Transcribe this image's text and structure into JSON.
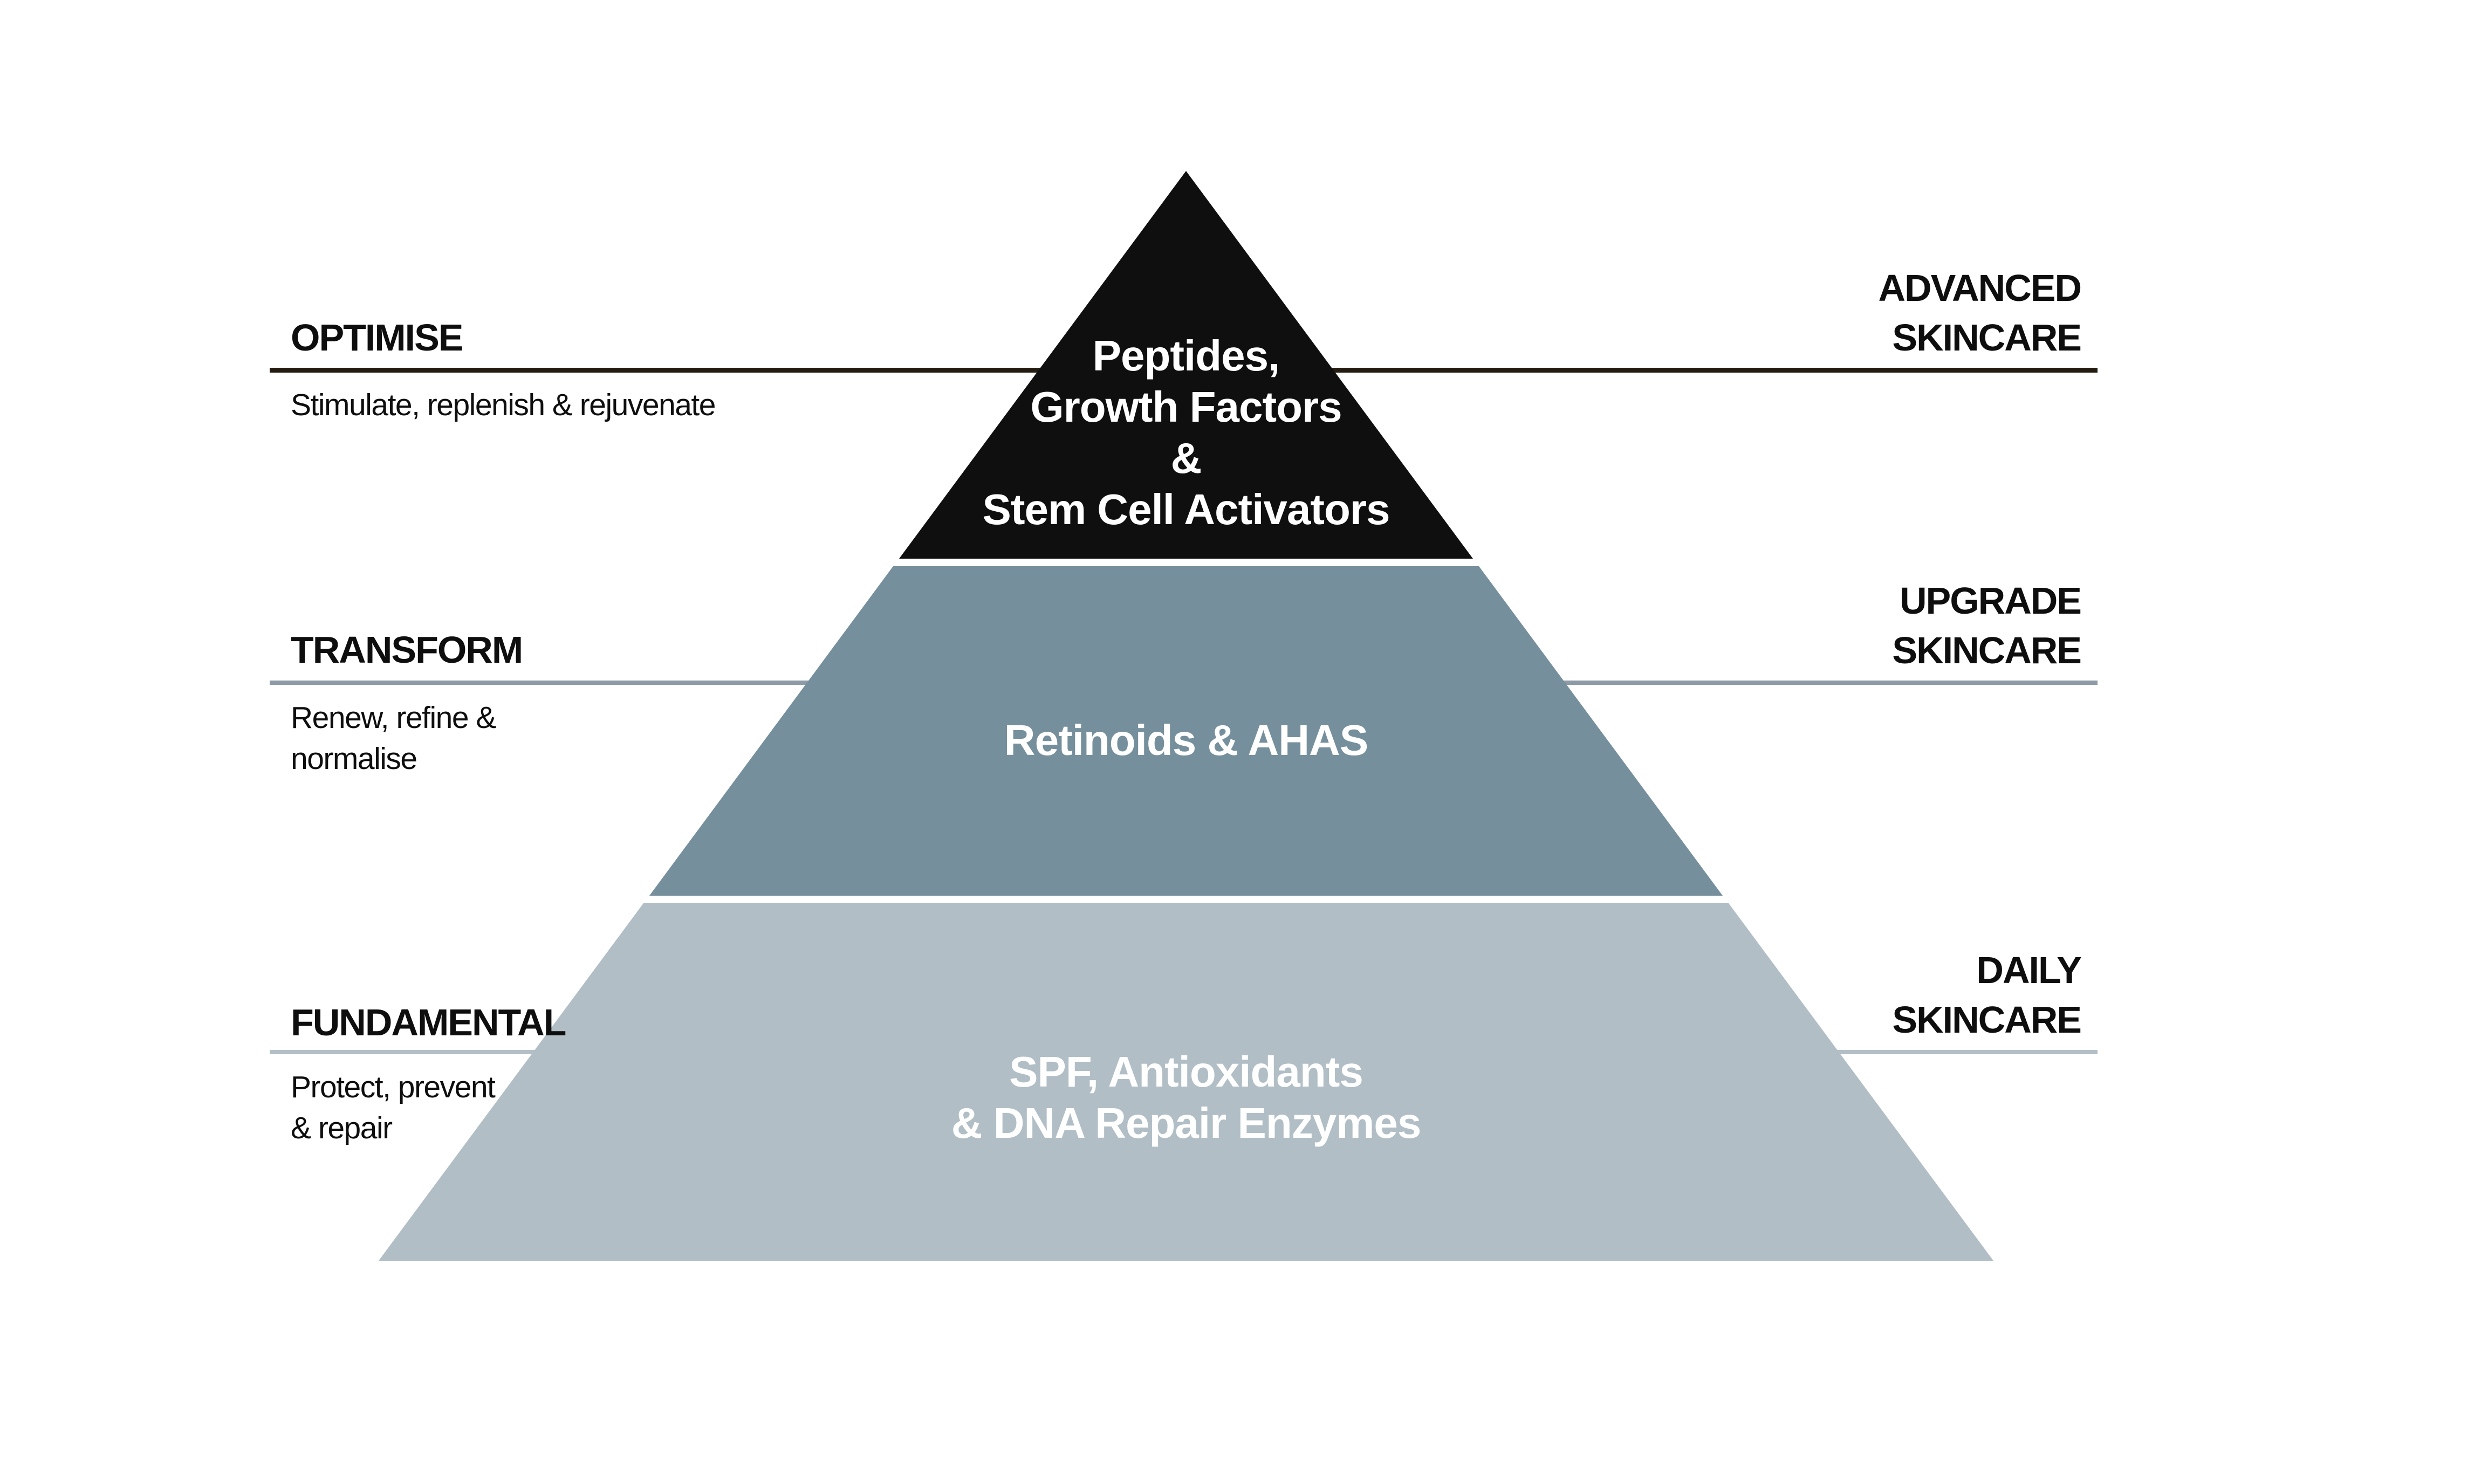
{
  "background": "#ffffff",
  "label_color": "#0e0e0e",
  "tiers": [
    {
      "left_title": "OPTIMISE",
      "left_subtitle_lines": [
        "Stimulate, replenish & rejuvenate"
      ],
      "right_label_lines": [
        "ADVANCED",
        "SKINCARE"
      ],
      "pyramid_text_lines": [
        "Peptides,",
        "Growth Factors",
        "&",
        "Stem Cell Activators"
      ],
      "tier_color": "#0f0f10",
      "rule_color": "#241c11",
      "text_color": "#ffffff"
    },
    {
      "left_title": "TRANSFORM",
      "left_subtitle_lines": [
        "Renew, refine &",
        "normalise"
      ],
      "right_label_lines": [
        "UPGRADE",
        "SKINCARE"
      ],
      "pyramid_text_lines": [
        "Retinoids & AHAS"
      ],
      "tier_color": "#768f9c",
      "rule_color": "#8d9ba6",
      "text_color": "#ffffff"
    },
    {
      "left_title": "FUNDAMENTAL",
      "left_subtitle_lines": [
        "Protect, prevent",
        "& repair"
      ],
      "right_label_lines": [
        "DAILY",
        "SKINCARE"
      ],
      "pyramid_text_lines": [
        "SPF, Antioxidants",
        "& DNA Repair Enzymes"
      ],
      "tier_color": "#b1bec6",
      "rule_color": "#b3bfc7",
      "text_color": "#ffffff"
    }
  ]
}
